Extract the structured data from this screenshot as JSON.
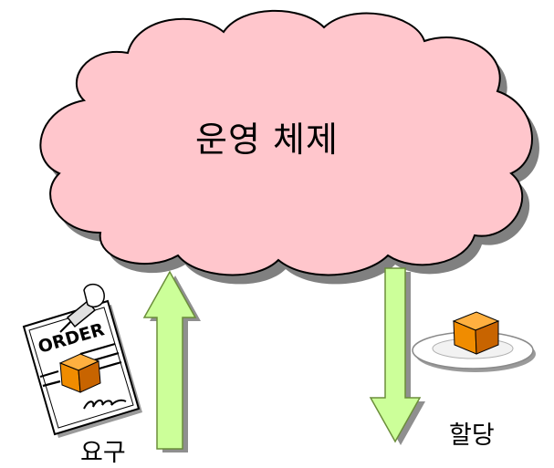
{
  "diagram": {
    "cloud_label": "운영 체제",
    "request_label": "요구",
    "allocation_label": "할당",
    "order_document_text": "ORDER"
  },
  "colors": {
    "cloud_fill": "#ffc6cc",
    "cloud_stroke": "#000000",
    "arrow_fill": "#ccff99",
    "arrow_stroke": "#6b8e3a",
    "box_front": "#f08c00",
    "box_side": "#c86400",
    "box_top": "#ffb040",
    "plate": "#ffffff"
  },
  "icons": {
    "order_document": "order-document-icon",
    "pushpin": "pushpin-icon",
    "signature": "signature-icon",
    "box_on_plate": "box-on-plate-icon"
  }
}
